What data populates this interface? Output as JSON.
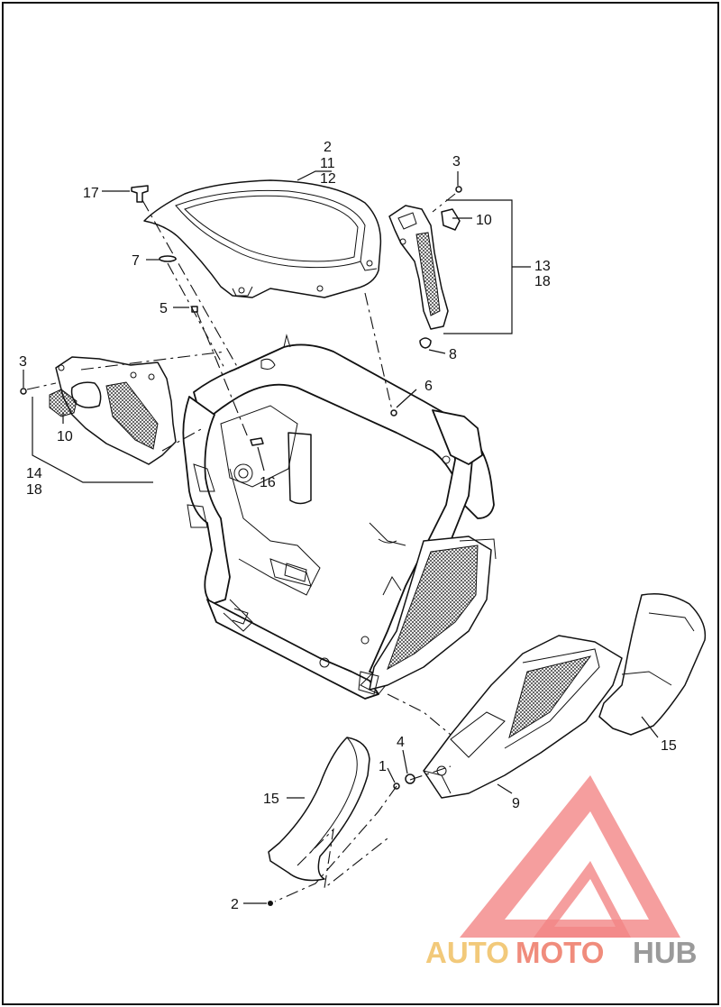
{
  "callouts": {
    "c2_top": "2",
    "c11": "11",
    "c12": "12",
    "c3_top": "3",
    "c17": "17",
    "c10_top": "10",
    "c7": "7",
    "c13": "13",
    "c18_right": "18",
    "c5": "5",
    "c8": "8",
    "c3_left": "3",
    "c6": "6",
    "c10_left": "10",
    "c14": "14",
    "c18_left": "18",
    "c16": "16",
    "c15_right": "15",
    "c4": "4",
    "c1": "1",
    "c15_left": "15",
    "c9": "9",
    "c2_bottom": "2"
  },
  "watermark": {
    "part_auto": "AUTO",
    "part_moto": "MOTO",
    "part_hub": "HUB",
    "colors": {
      "auto": "#f2c97a",
      "moto": "#f08c7c",
      "hub": "#9a9a9a",
      "logo": "#f07070"
    }
  }
}
